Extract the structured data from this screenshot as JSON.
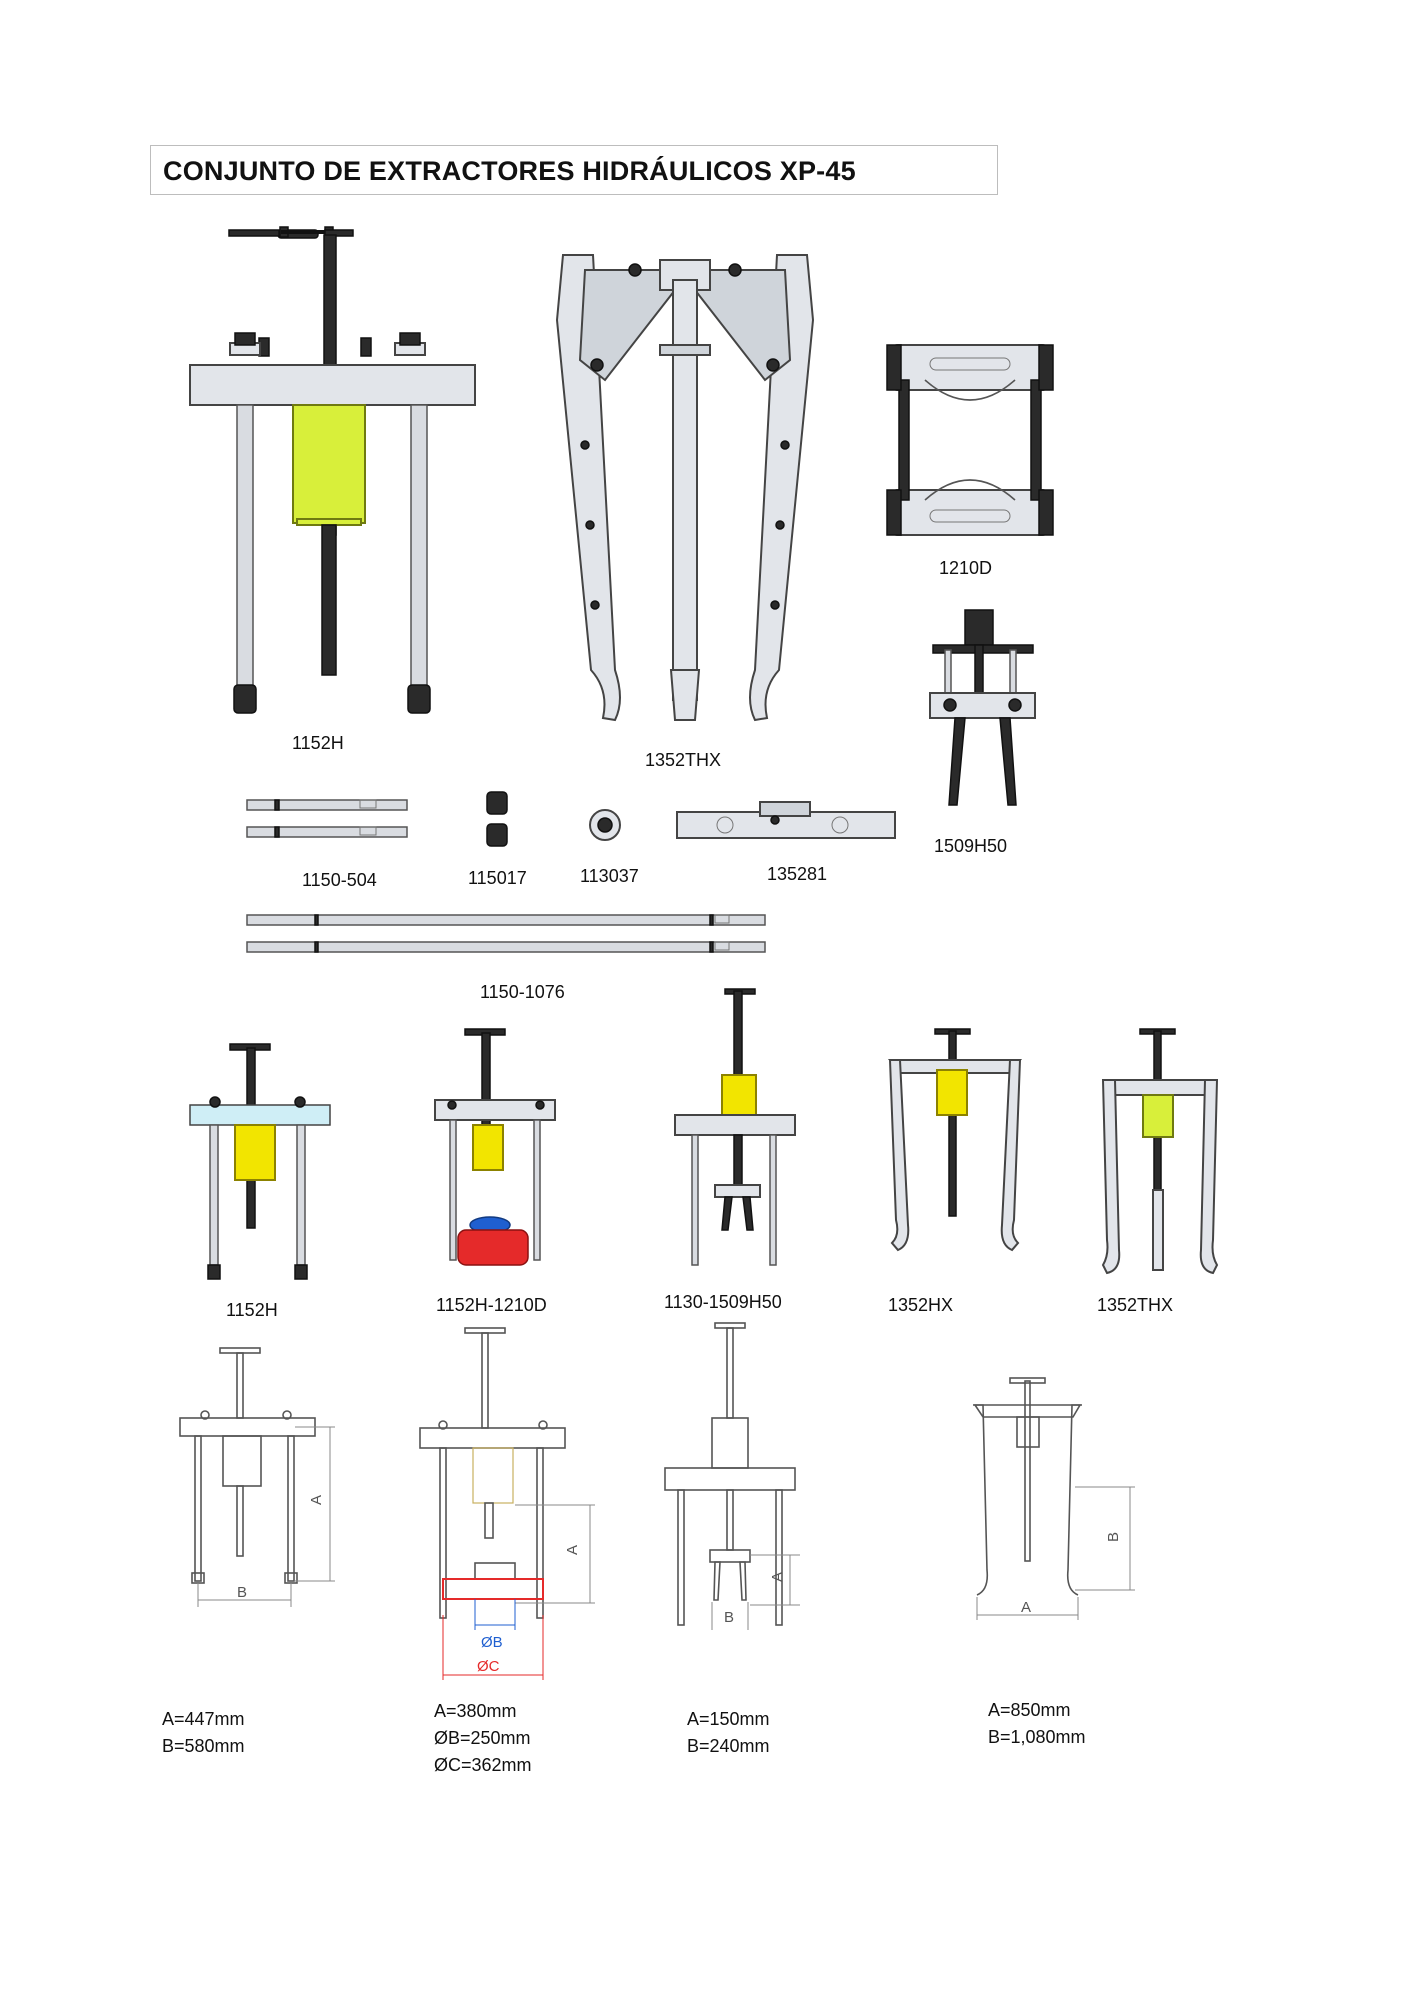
{
  "title": "CONJUNTO DE EXTRACTORES HIDRÁULICOS   XP-45",
  "components": [
    {
      "code": "1152H"
    },
    {
      "code": "1352THX"
    },
    {
      "code": "1210D"
    },
    {
      "code": "1509H50"
    },
    {
      "code": "1150-504"
    },
    {
      "code": "115017"
    },
    {
      "code": "113037"
    },
    {
      "code": "135281"
    },
    {
      "code": "1150-1076"
    }
  ],
  "assemblies": [
    {
      "code": "1152H"
    },
    {
      "code": "1152H-1210D"
    },
    {
      "code": "1130-1509H50"
    },
    {
      "code": "1352HX"
    },
    {
      "code": "1352THX"
    }
  ],
  "dimension_labels": {
    "d1_a": "A",
    "d1_b": "B",
    "d2_a": "A",
    "d2_b": "ØB",
    "d2_c": "ØC",
    "d3_a": "A",
    "d3_b": "B",
    "d4_a": "A",
    "d4_b": "B"
  },
  "specs": [
    {
      "lines": [
        "A=447mm",
        "B=580mm"
      ]
    },
    {
      "lines": [
        "A=380mm",
        "ØB=250mm",
        "ØC=362mm"
      ]
    },
    {
      "lines": [
        "A=150mm",
        "B=240mm"
      ]
    },
    {
      "lines": [
        "A=850mm",
        "B=1,080mm"
      ]
    }
  ],
  "colors": {
    "cylinder_green": "#d8ef3a",
    "cylinder_yellow": "#f2e500",
    "separator_red": "#e52a2a",
    "separator_blue": "#1f5fd0",
    "metal": "#e2e5ea"
  }
}
